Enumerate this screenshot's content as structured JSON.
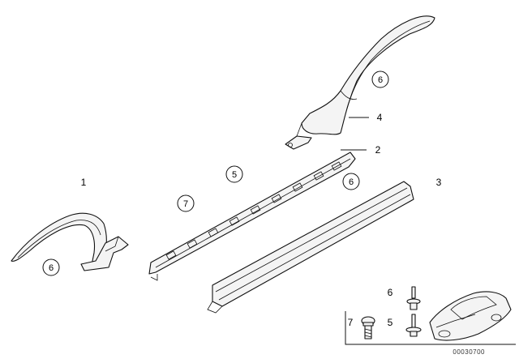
{
  "callouts": {
    "c1": "1",
    "c2": "2",
    "c3": "3",
    "c4": "4",
    "c5_key": "5",
    "c6_key": "6",
    "c7_key": "7"
  },
  "circled": {
    "top_right_6": "6",
    "center_5": "5",
    "center_7": "7",
    "center_6": "6",
    "bottom_left_6": "6"
  },
  "diagram_code": "00030700"
}
